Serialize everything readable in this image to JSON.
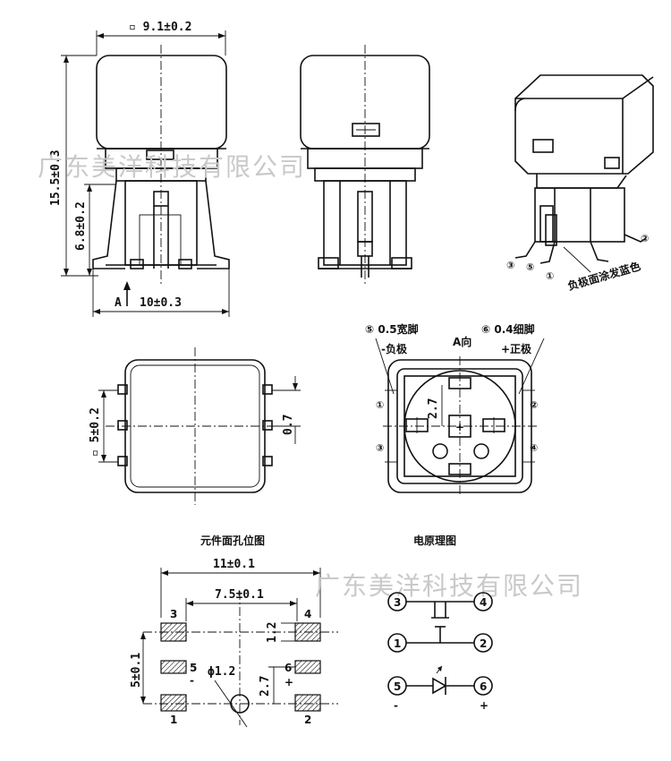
{
  "watermark": "广东美洋科技有限公司",
  "front_view": {
    "top_width": "▫ 9.1±0.2",
    "total_height": "15.5±0.3",
    "body_height": "6.8±0.2",
    "base_width": "10±0.3",
    "view_marker": "A"
  },
  "iso_view": {
    "note": "负极面涂发蓝色",
    "pins": [
      "③",
      "⑤",
      "①",
      "②"
    ]
  },
  "top_view": {
    "pitch": "▫ 5±0.2",
    "offset": "0.7"
  },
  "bottom_view": {
    "left_pin_note": "⑤ 0.5宽脚",
    "left_pin_polarity": "-负极",
    "direction": "A向",
    "right_pin_note": "⑥ 0.4细脚",
    "right_pin_polarity": "+正极",
    "dim": "2.7",
    "pins": [
      "①",
      "②",
      "③",
      "④"
    ]
  },
  "footprint": {
    "title": "元件面孔位图",
    "overall": "11±0.1",
    "inner": "7.5±0.1",
    "pad_h": "1.2",
    "vertical_pitch": "5±0.1",
    "hole": "ϕ1.2",
    "led_pitch": "2.7",
    "pin_labels": [
      "3",
      "4",
      "5",
      "6",
      "1",
      "2"
    ],
    "polarity_minus": "-",
    "polarity_plus": "+"
  },
  "schematic": {
    "title": "电原理图",
    "nodes": [
      "3",
      "4",
      "1",
      "2",
      "5",
      "6"
    ],
    "minus": "-",
    "plus": "+"
  }
}
